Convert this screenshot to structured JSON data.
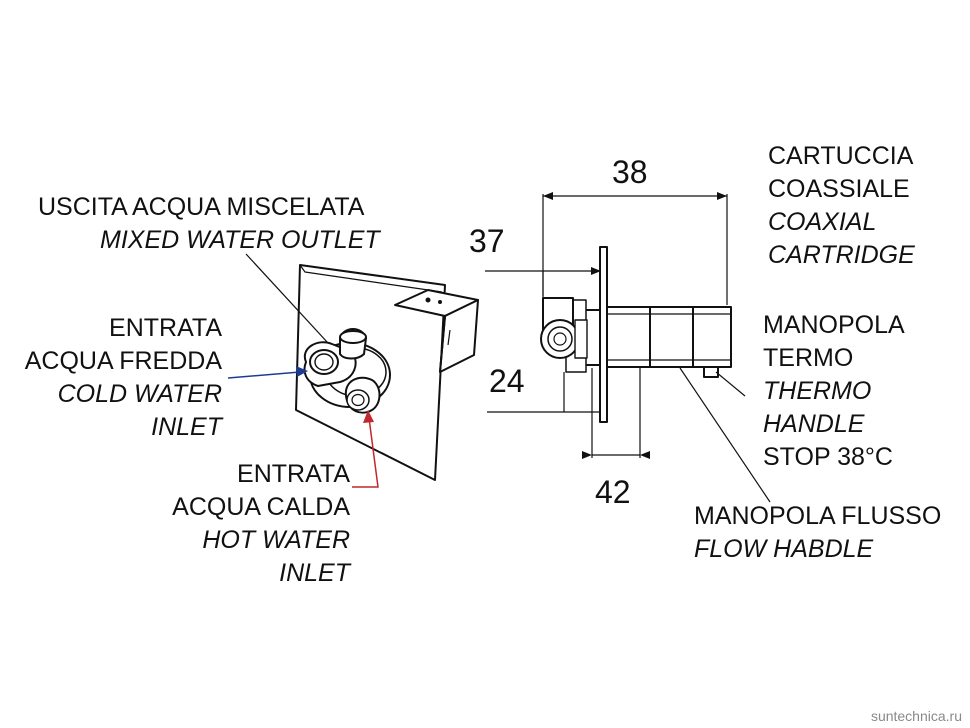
{
  "labels": {
    "mixed_outlet": {
      "it_line1": "USCITA ACQUA MISCELATA",
      "en_line1": "MIXED WATER OUTLET"
    },
    "cold_inlet": {
      "it_line1": "ENTRATA",
      "it_line2": "ACQUA FREDDA",
      "en_line1": "COLD WATER",
      "en_line2": "INLET"
    },
    "hot_inlet": {
      "it_line1": "ENTRATA",
      "it_line2": "ACQUA CALDA",
      "en_line1": "HOT WATER",
      "en_line2": "INLET"
    },
    "cartridge": {
      "it_line1": "CARTUCCIA",
      "it_line2": "COASSIALE",
      "en_line1": "COAXIAL",
      "en_line2": "CARTRIDGE"
    },
    "thermo_handle": {
      "it_line1": "MANOPOLA",
      "it_line2": "TERMO",
      "en_line1": "THERMO",
      "en_line2": "HANDLE",
      "stop": "STOP 38°C"
    },
    "flow_handle": {
      "it_line1": "MANOPOLA FLUSSO",
      "en_line1": "FLOW HABDLE"
    }
  },
  "dimensions": {
    "d38": "38",
    "d37": "37",
    "d24": "24",
    "d42": "42"
  },
  "watermark": "suntechnica.ru",
  "colors": {
    "ink": "#111111",
    "cold_arrow": "#1f3b8f",
    "hot_arrow": "#c0282d",
    "watermark": "#8a8a8a"
  }
}
